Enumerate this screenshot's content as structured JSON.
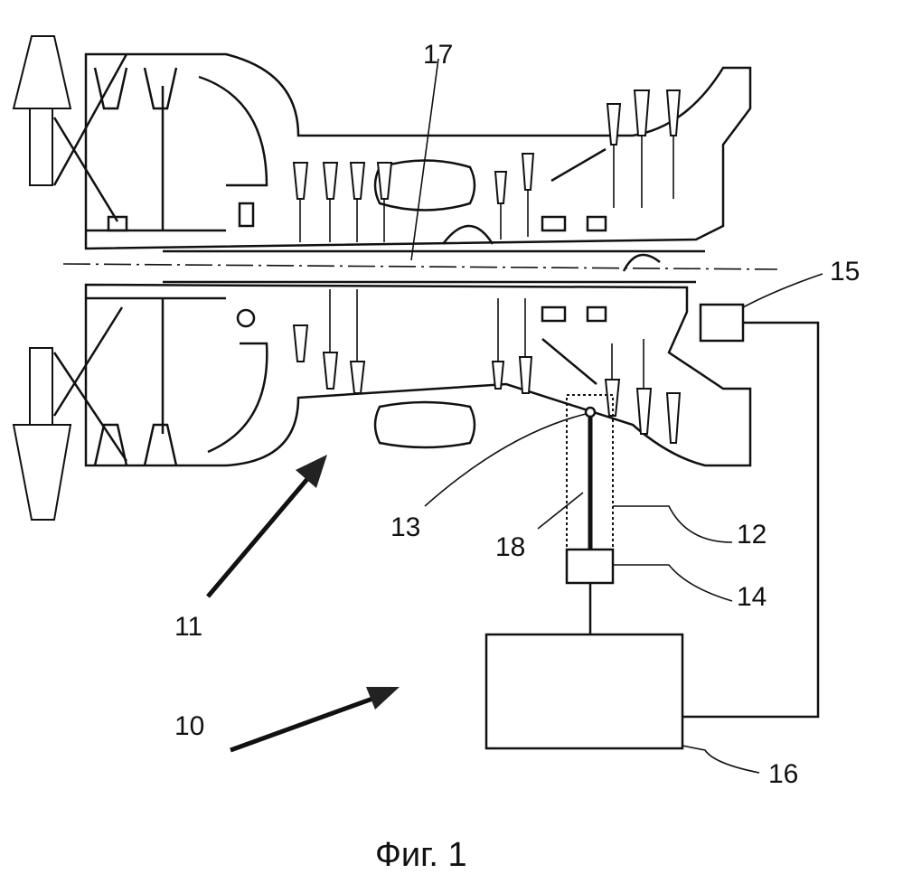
{
  "figure": {
    "caption": "Фиг. 1",
    "labels": {
      "l17": "17",
      "l15": "15",
      "l13": "13",
      "l18": "18",
      "l12": "12",
      "l14": "14",
      "l11": "11",
      "l10": "10",
      "l16": "16"
    }
  }
}
